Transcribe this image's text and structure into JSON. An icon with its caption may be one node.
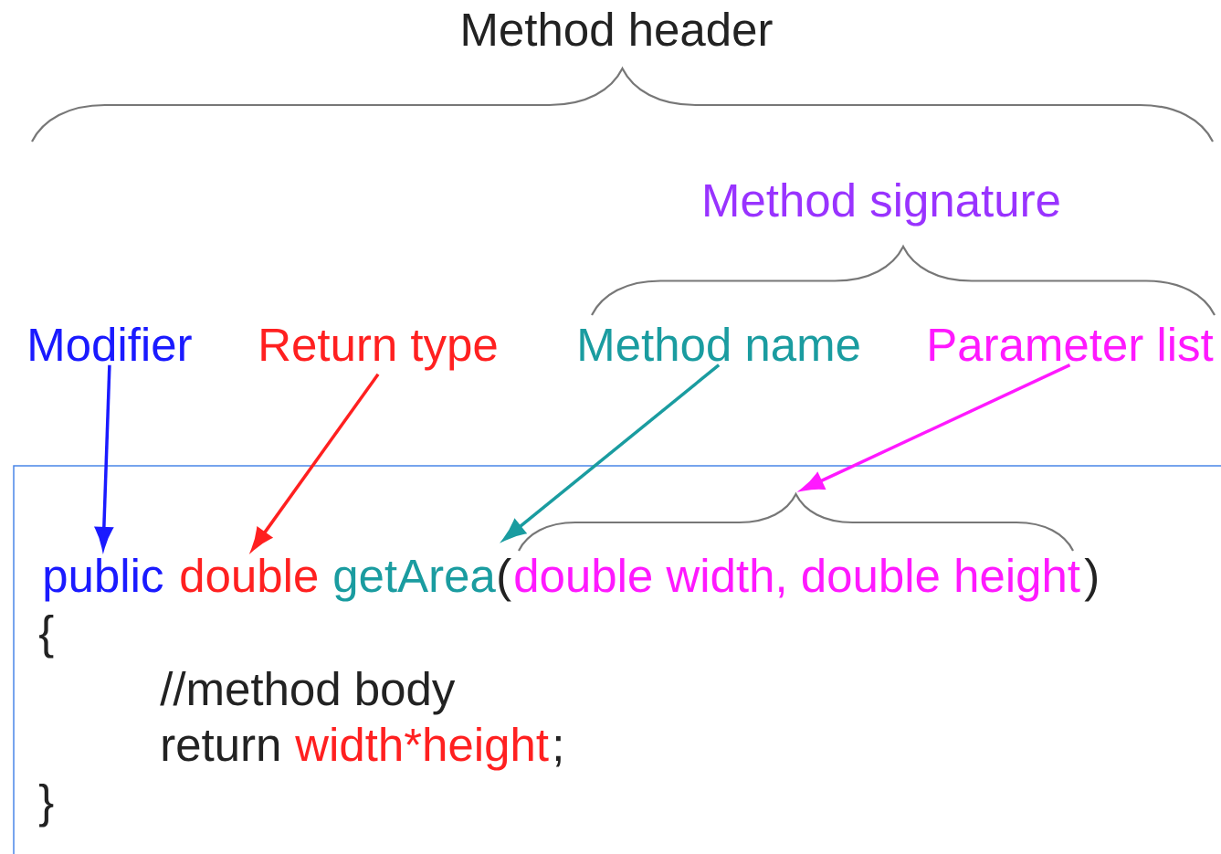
{
  "diagram": {
    "nodes": [
      {
        "text": [
          "Modifier"
        ]
      },
      {
        "text": [
          "Return type"
        ]
      },
      {
        "text": [
          "Method name"
        ]
      },
      {
        "text": [
          "Parameter list"
        ]
      },
      {
        "text": [
          "(",
          ")",
          "{",
          "//method body",
          "return",
          "width*height",
          ";",
          "}"
        ]
      },
      {
        "text": [
          "public"
        ],
        "in": 4
      },
      {
        "text": [
          "double"
        ],
        "in": 4
      },
      {
        "text": [
          "getArea"
        ],
        "in": 4
      },
      {
        "text": [
          "double width, double height"
        ],
        "in": 4
      }
    ],
    "edges": [
      {
        "from": 0,
        "to": 5,
        "arrow": "to",
        "color": "#1a1aff"
      },
      {
        "from": 1,
        "to": 6,
        "arrow": "to",
        "color": "#ff2020"
      },
      {
        "from": 2,
        "to": 7,
        "arrow": "to",
        "color": "#1a9ca0"
      },
      {
        "from": 3,
        "to": 8,
        "arrow": "to",
        "color": "#ff19ff"
      }
    ],
    "labels": [
      "Method header",
      "Method signature"
    ]
  }
}
